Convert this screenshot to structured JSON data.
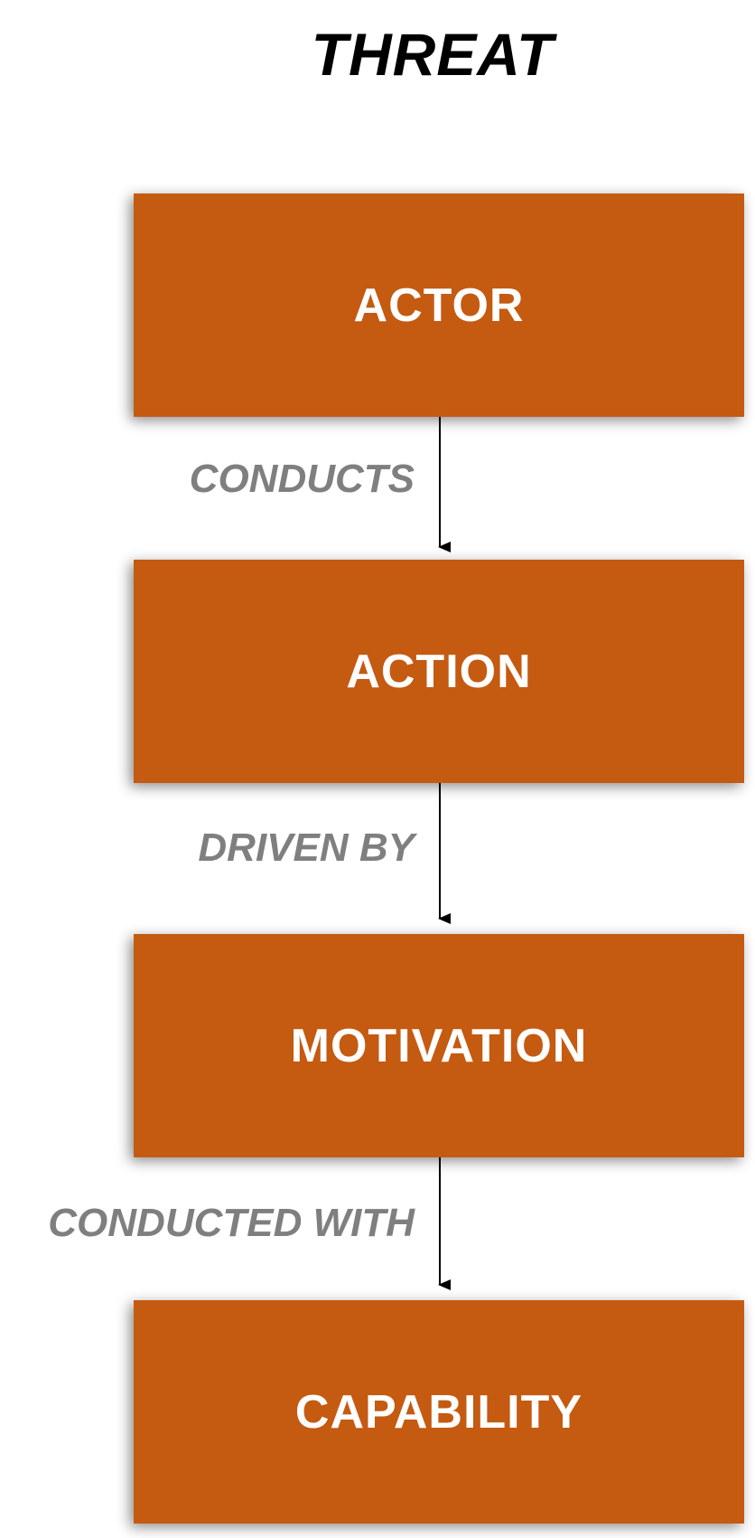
{
  "title": "THREAT",
  "colors": {
    "box_fill": "#c55a11",
    "box_text": "#ffffff",
    "connector_text": "#7f7f7f",
    "arrow": "#000000"
  },
  "boxes": [
    {
      "label": "ACTOR"
    },
    {
      "label": "ACTION"
    },
    {
      "label": "MOTIVATION"
    },
    {
      "label": "CAPABILITY"
    }
  ],
  "connectors": [
    {
      "label": "CONDUCTS"
    },
    {
      "label": "DRIVEN BY"
    },
    {
      "label": "CONDUCTED WITH"
    }
  ]
}
